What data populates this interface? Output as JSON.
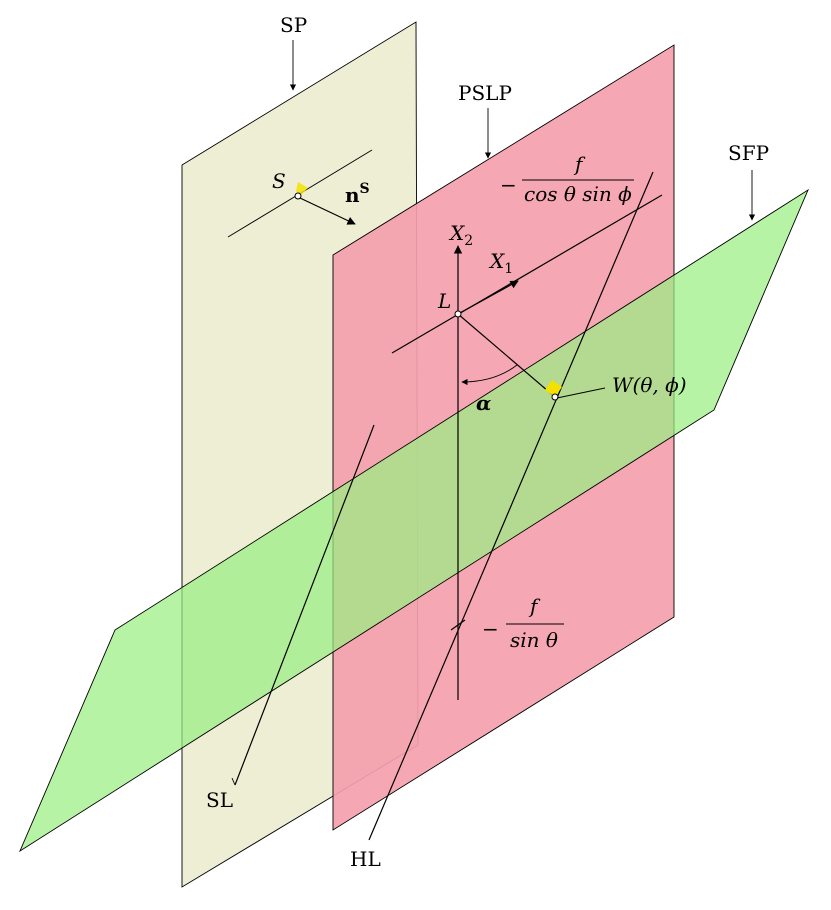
{
  "planes": {
    "sp": {
      "label": "SP",
      "fill": "#eeeed5"
    },
    "pslp": {
      "label": "PSLP",
      "fill": "#f4a0ad"
    },
    "sfp": {
      "label": "SFP",
      "fill": "#9aee82"
    }
  },
  "lines": {
    "sl": {
      "label": "SL"
    },
    "hl": {
      "label": "HL"
    }
  },
  "points": {
    "s": {
      "label": "S"
    },
    "l": {
      "label": "L"
    },
    "w": {
      "label": "W(θ, ϕ)"
    }
  },
  "vectors": {
    "normal": {
      "base": "n",
      "sup": "S"
    }
  },
  "axes": {
    "x1": {
      "base": "X",
      "sub": "1"
    },
    "x2": {
      "base": "X",
      "sub": "2"
    }
  },
  "angle": {
    "label": "α"
  },
  "intercepts": {
    "top": {
      "sign": "−",
      "numerator": "f",
      "denominator": "cos θ sin ϕ"
    },
    "bottom": {
      "sign": "−",
      "numerator": "f",
      "denominator": "sin θ"
    }
  },
  "colors": {
    "marker": "#f5e000",
    "stroke": "#000000"
  }
}
